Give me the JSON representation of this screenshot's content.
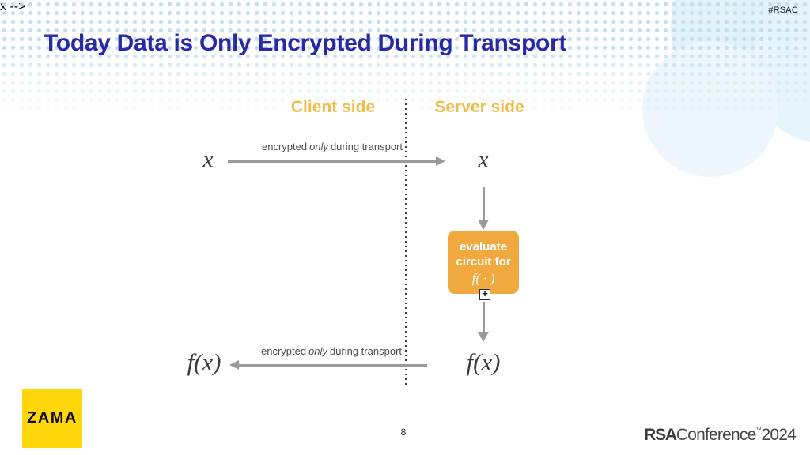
{
  "slide": {
    "hashtag": "#RSAC",
    "title": "Today Data is Only Encrypted During Transport",
    "page_number": "8"
  },
  "diagram": {
    "client_header": "Client side",
    "server_header": "Server side",
    "top_arrow_label": {
      "pre": "encrypted",
      "em": "only",
      "post": "during transport"
    },
    "bottom_arrow_label": {
      "pre": "encrypted",
      "em": "only",
      "post": "during transport"
    },
    "client_input": "x",
    "server_input": "x",
    "server_output": "f(x)",
    "client_output": "f(x)",
    "evaluate_box": {
      "line1": "evaluate",
      "line2": "circuit for",
      "line3": "f( · )"
    },
    "expand_widget": "+"
  },
  "footer": {
    "zama_logo_text": "ZAMA",
    "rsa_bold": "RSA",
    "rsa_light": "Conference",
    "rsa_tm": "™",
    "rsa_year": "2024"
  },
  "colors": {
    "title_blue": "#2929a6",
    "side_header_yellow": "#efbd49",
    "box_orange": "#efa93f",
    "arrow_gray": "#9a9a9a",
    "zama_yellow": "#ffd60a",
    "dot_pattern_blue": "#bcddf1"
  }
}
